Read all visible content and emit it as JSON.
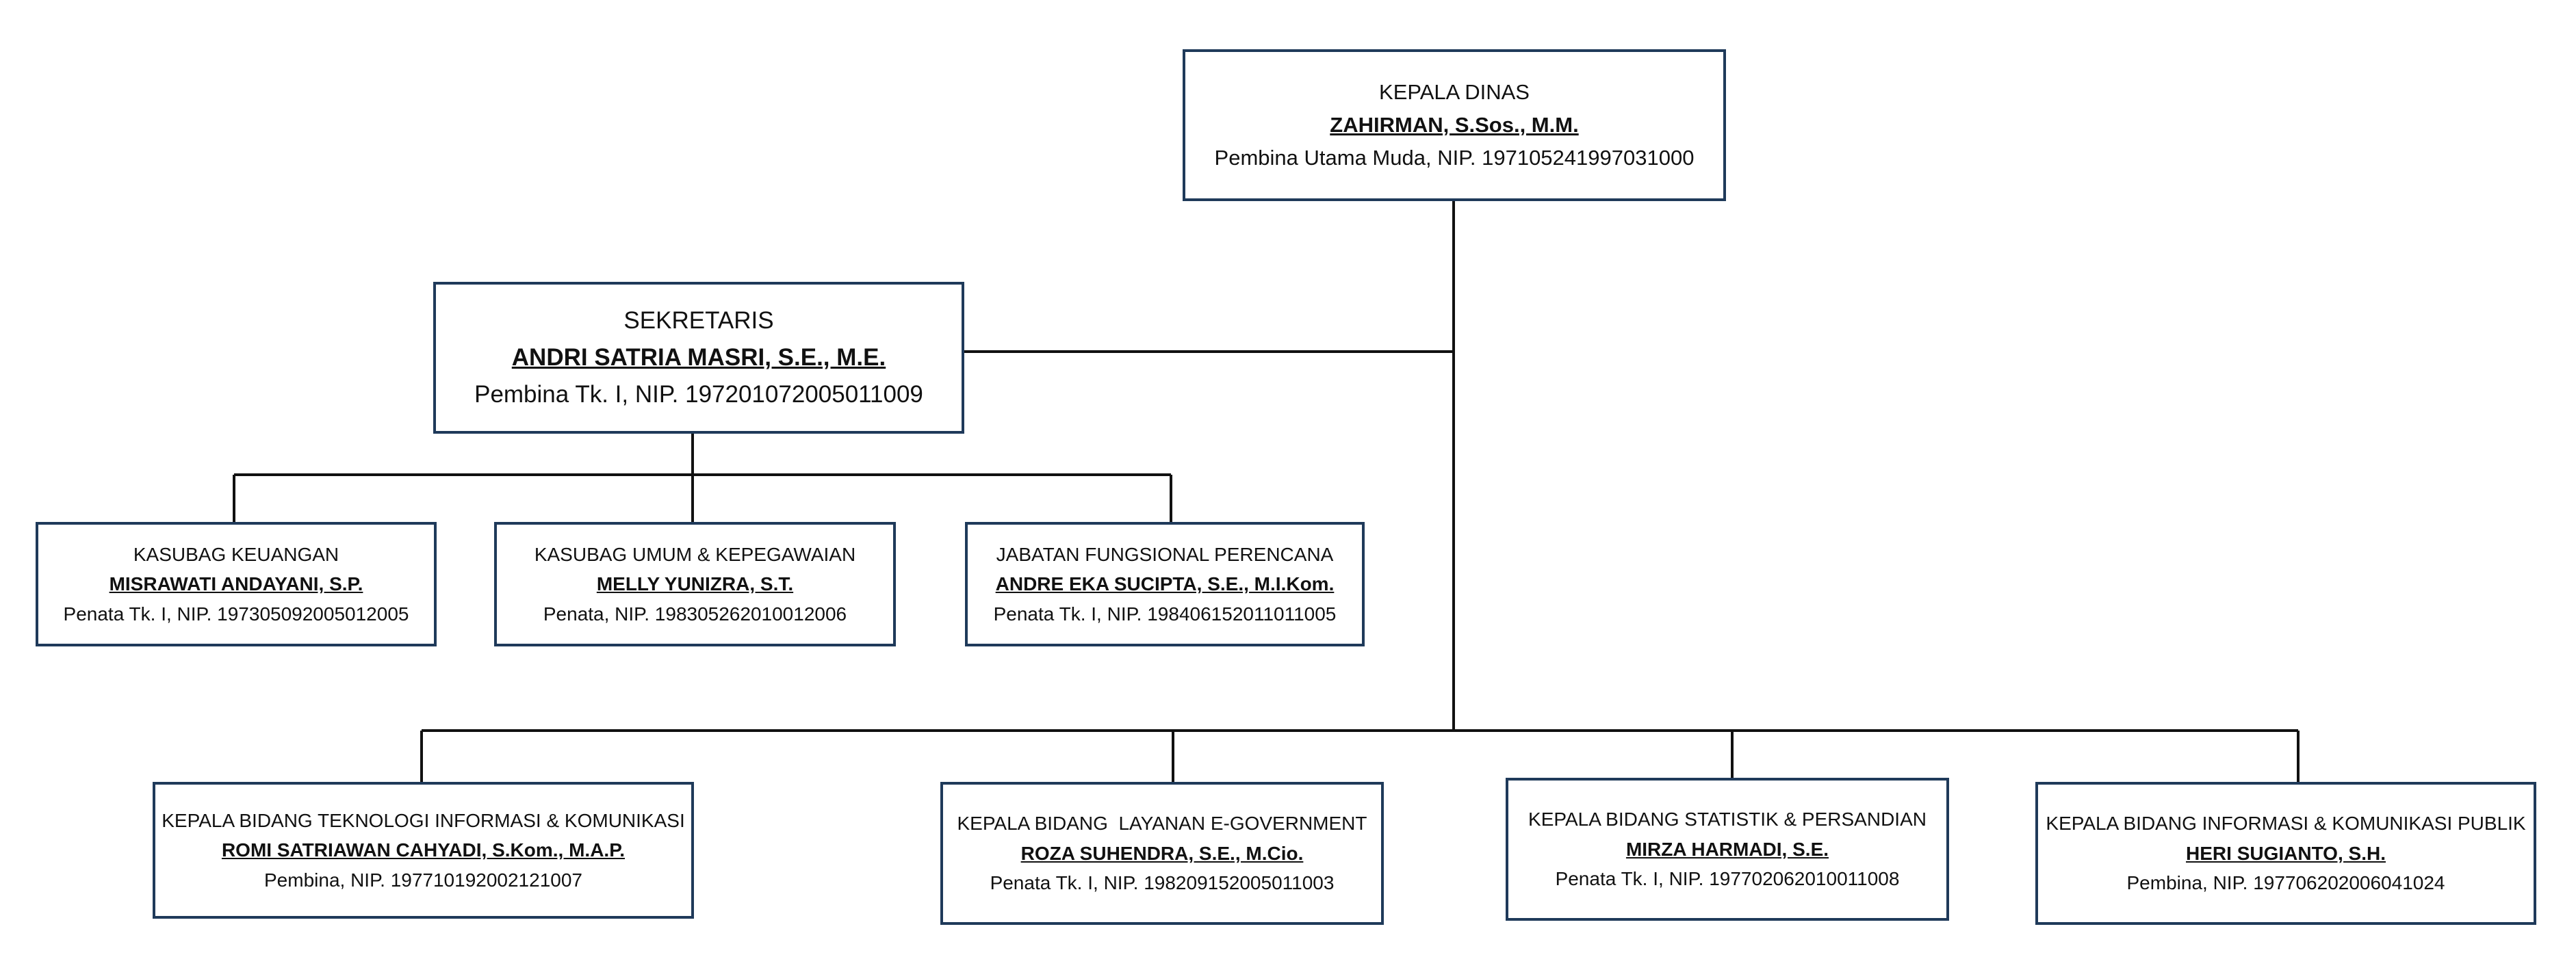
{
  "kepala": {
    "title": "KEPALA DINAS",
    "name": "ZAHIRMAN, S.Sos., M.M.",
    "detail": "Pembina Utama Muda, NIP. 197105241997031000"
  },
  "sekretaris": {
    "title": "SEKRETARIS",
    "name": "ANDRI SATRIA MASRI, S.E., M.E.",
    "detail": "Pembina Tk. I, NIP. 197201072005011009"
  },
  "subunits": [
    {
      "title": "KASUBAG KEUANGAN",
      "name": "MISRAWATI ANDAYANI, S.P.",
      "detail": "Penata Tk. I, NIP. 197305092005012005"
    },
    {
      "title": "KASUBAG UMUM & KEPEGAWAIAN",
      "name": "MELLY YUNIZRA, S.T.",
      "detail": "Penata, NIP. 198305262010012006"
    },
    {
      "title": "JABATAN FUNGSIONAL PERENCANA",
      "name": "ANDRE EKA SUCIPTA, S.E., M.I.Kom.",
      "detail": "Penata Tk. I, NIP. 198406152011011005"
    }
  ],
  "bidang": [
    {
      "title": "KEPALA BIDANG TEKNOLOGI INFORMASI & KOMUNIKASI",
      "name": "ROMI SATRIAWAN CAHYADI, S.Kom., M.A.P.",
      "detail": "Pembina, NIP. 197710192002121007"
    },
    {
      "title": "KEPALA BIDANG  LAYANAN E-GOVERNMENT",
      "name": "ROZA SUHENDRA, S.E., M.Cio.",
      "detail": "Penata Tk. I, NIP. 198209152005011003"
    },
    {
      "title": "KEPALA BIDANG STATISTIK & PERSANDIAN",
      "name": "MIRZA HARMADI, S.E.",
      "detail": "Penata Tk. I, NIP. 197702062010011008"
    },
    {
      "title": "KEPALA BIDANG INFORMASI & KOMUNIKASI PUBLIK",
      "name": "HERI SUGIANTO, S.H.",
      "detail": "Pembina, NIP. 197706202006041024"
    }
  ]
}
